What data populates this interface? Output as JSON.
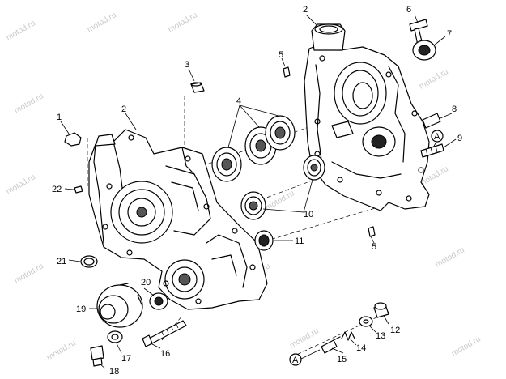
{
  "watermark": {
    "text": "motod.ru"
  },
  "callouts": [
    {
      "id": "c1",
      "label": "1"
    },
    {
      "id": "c2a",
      "label": "2"
    },
    {
      "id": "c2b",
      "label": "2"
    },
    {
      "id": "c3",
      "label": "3"
    },
    {
      "id": "c4",
      "label": "4"
    },
    {
      "id": "c5a",
      "label": "5"
    },
    {
      "id": "c5b",
      "label": "5"
    },
    {
      "id": "c6",
      "label": "6"
    },
    {
      "id": "c7",
      "label": "7"
    },
    {
      "id": "c8",
      "label": "8"
    },
    {
      "id": "c9",
      "label": "9"
    },
    {
      "id": "c10",
      "label": "10"
    },
    {
      "id": "c11",
      "label": "11"
    },
    {
      "id": "c12",
      "label": "12"
    },
    {
      "id": "c13",
      "label": "13"
    },
    {
      "id": "c14",
      "label": "14"
    },
    {
      "id": "c15",
      "label": "15"
    },
    {
      "id": "c16",
      "label": "16"
    },
    {
      "id": "c17",
      "label": "17"
    },
    {
      "id": "c18",
      "label": "18"
    },
    {
      "id": "c19",
      "label": "19"
    },
    {
      "id": "c20",
      "label": "20"
    },
    {
      "id": "c21",
      "label": "21"
    },
    {
      "id": "c22",
      "label": "22"
    }
  ],
  "markers": [
    {
      "id": "ma",
      "label": "A"
    },
    {
      "id": "mb",
      "label": "A"
    }
  ]
}
